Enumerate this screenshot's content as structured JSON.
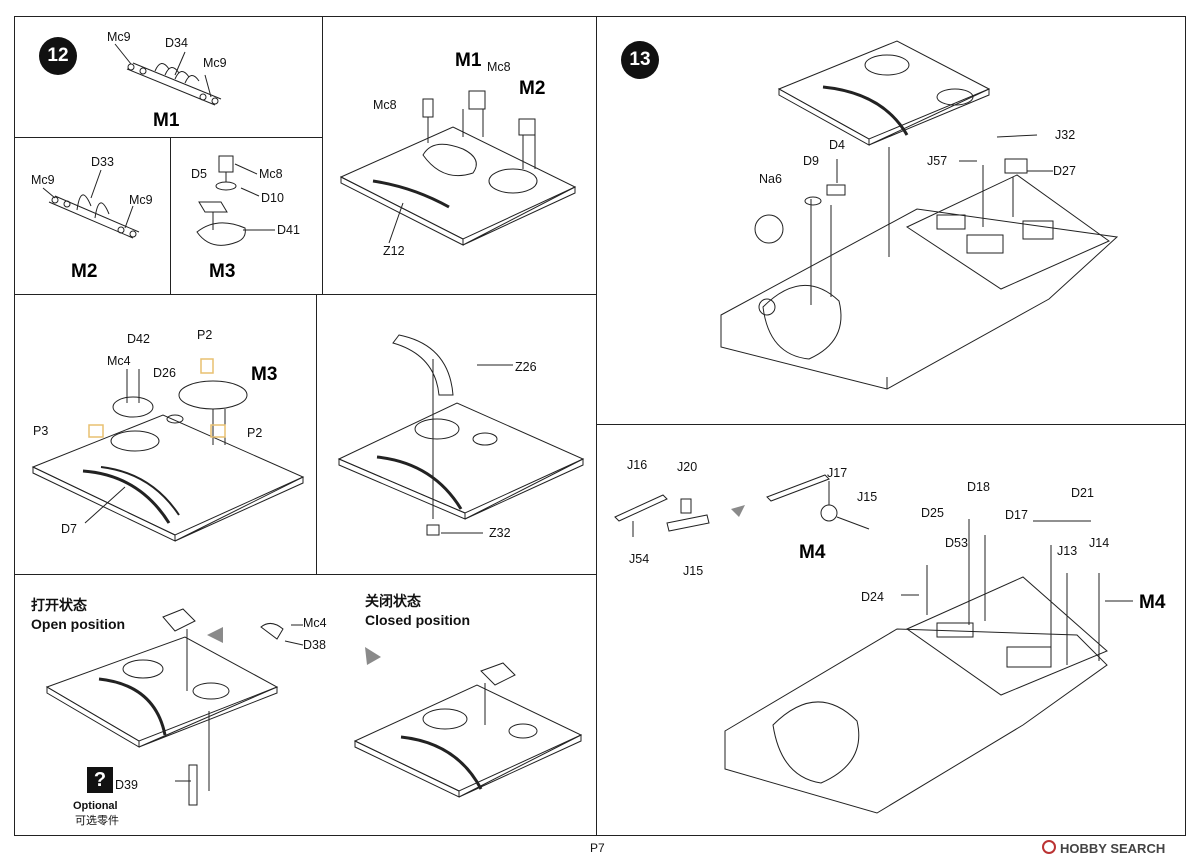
{
  "steps": {
    "step12": {
      "number": "12",
      "panel_m1": {
        "title": "M1",
        "labels": {
          "mc9_left": "Mc9",
          "d34": "D34",
          "mc9_right": "Mc9"
        }
      },
      "panel_m2": {
        "title": "M2",
        "labels": {
          "mc9_left": "Mc9",
          "d33": "D33",
          "mc9_right": "Mc9"
        }
      },
      "panel_m3": {
        "title": "M3",
        "labels": {
          "mc8": "Mc8",
          "d5": "D5",
          "d10": "D10",
          "d41": "D41"
        }
      },
      "panel_deck": {
        "labels": {
          "m1": "M1",
          "mc8_top": "Mc8",
          "m2": "M2",
          "mc8_left": "Mc8",
          "z12": "Z12"
        }
      },
      "panel_hatch": {
        "labels": {
          "d42": "D42",
          "mc4": "Mc4",
          "p2_top": "P2",
          "m3": "M3",
          "d26": "D26",
          "p3": "P3",
          "p2_right": "P2",
          "d7": "D7"
        }
      },
      "panel_armor": {
        "labels": {
          "z26": "Z26",
          "z32": "Z32"
        }
      },
      "panel_positions": {
        "open_cn": "打开状态",
        "open_en": "Open position",
        "closed_cn": "关闭状态",
        "closed_en": "Closed position",
        "labels": {
          "mc4": "Mc4",
          "d38": "D38",
          "d39": "D39"
        },
        "optional_mark": "?",
        "optional_en": "Optional",
        "optional_cn": "可选零件"
      }
    },
    "step13": {
      "number": "13",
      "labels": {
        "j32": "J32",
        "j57": "J57",
        "d27": "D27",
        "d4": "D4",
        "d9": "D9",
        "na6": "Na6"
      }
    },
    "step_m4": {
      "labels": {
        "j16": "J16",
        "j20": "J20",
        "j54": "J54",
        "j15_left": "J15",
        "j17": "J17",
        "j15_right": "J15",
        "m4_sub": "M4",
        "d18": "D18",
        "d21": "D21",
        "d25": "D25",
        "d17": "D17",
        "d53": "D53",
        "j13": "J13",
        "j14": "J14",
        "d24": "D24",
        "m4_main": "M4"
      }
    }
  },
  "page_number": "P7",
  "watermark": "HOBBY SEARCH",
  "colors": {
    "line": "#222222",
    "accent_yellow": "#e8c070",
    "arrow_gray": "#8a8a8a",
    "watermark_red": "#b33333"
  }
}
